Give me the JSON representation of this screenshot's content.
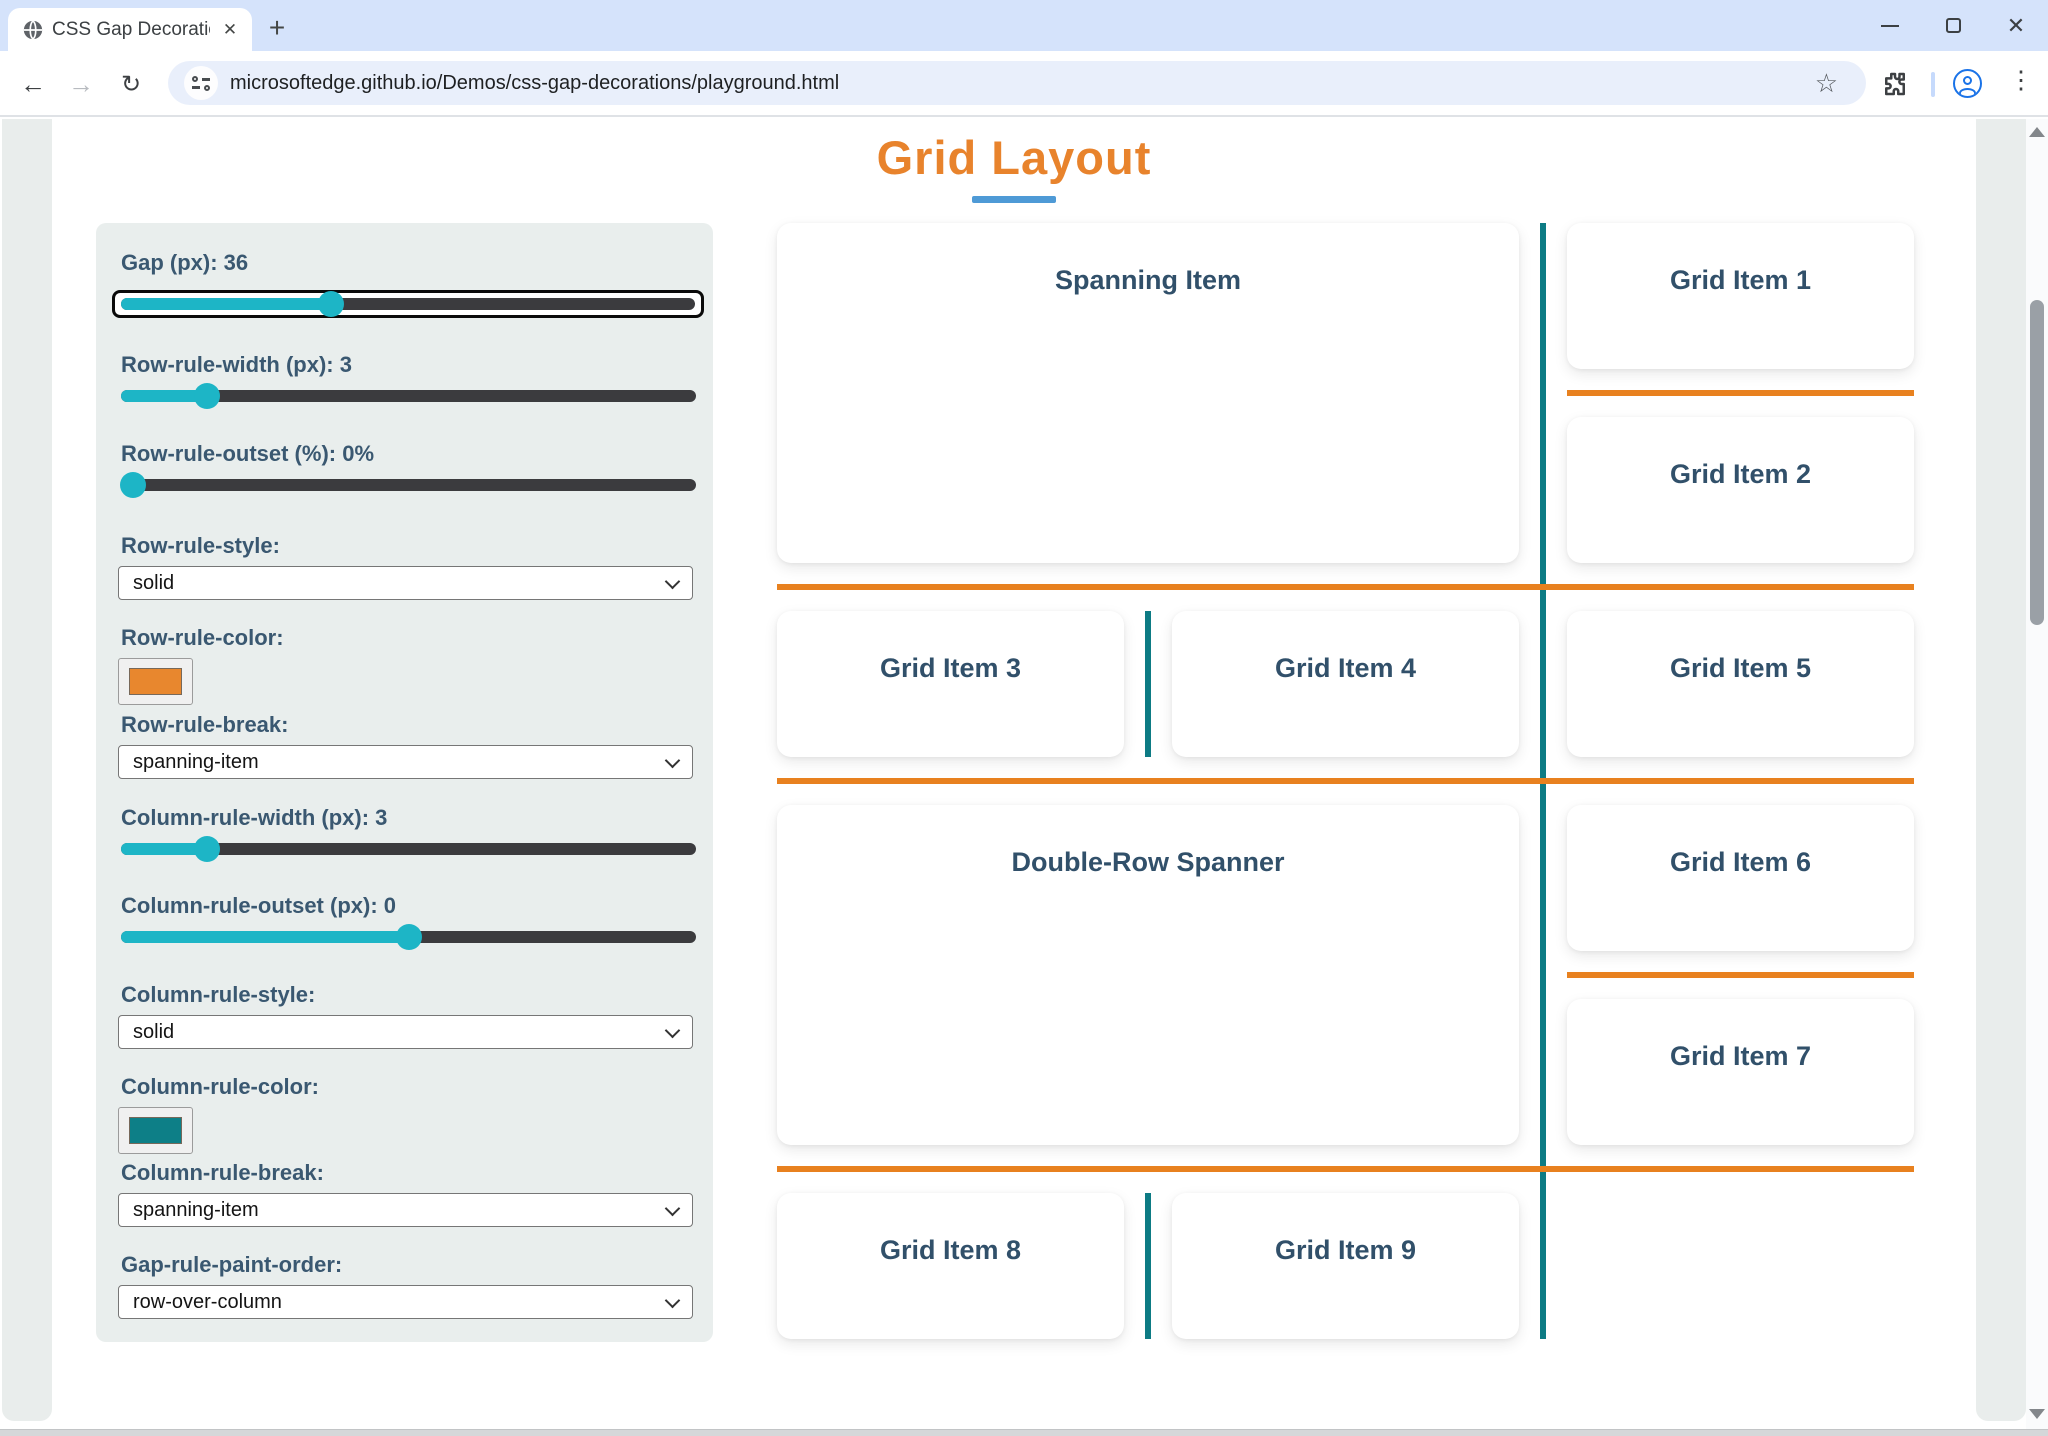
{
  "browser": {
    "tab_title": "CSS Gap Decorations playgroun",
    "tab_close_glyph": "✕",
    "new_tab_glyph": "+",
    "window_close_glyph": "✕",
    "back_glyph": "←",
    "forward_glyph": "→",
    "reload_glyph": "↻",
    "url": "microsoftedge.github.io/Demos/css-gap-decorations/playground.html",
    "bookmark_star_glyph": "☆",
    "menu_dots_glyph": "⋮",
    "icons": [
      "globe-favicon",
      "site-settings-icon",
      "extensions-puzzle-icon",
      "profile-avatar-icon"
    ]
  },
  "page": {
    "title": "Grid Layout",
    "title_color": "#e8832c",
    "underline_color": "#4e9ad6"
  },
  "controls": [
    {
      "id": "gap",
      "type": "slider",
      "label": "Gap (px): 36",
      "value": 36,
      "focused": true
    },
    {
      "id": "row-rule-width",
      "type": "slider",
      "label": "Row-rule-width (px): 3",
      "value": 3
    },
    {
      "id": "row-rule-outset",
      "type": "slider",
      "label": "Row-rule-outset (%): 0%",
      "value": 0
    },
    {
      "id": "row-rule-style",
      "type": "select",
      "label": "Row-rule-style:",
      "value": "solid"
    },
    {
      "id": "row-rule-color",
      "type": "color",
      "label": "Row-rule-color:",
      "value": "#e8872e"
    },
    {
      "id": "row-rule-break",
      "type": "select",
      "label": "Row-rule-break:",
      "value": "spanning-item"
    },
    {
      "id": "column-rule-width",
      "type": "slider",
      "label": "Column-rule-width (px): 3",
      "value": 3
    },
    {
      "id": "column-rule-outset",
      "type": "slider",
      "label": "Column-rule-outset (px): 0",
      "value": 0
    },
    {
      "id": "column-rule-style",
      "type": "select",
      "label": "Column-rule-style:",
      "value": "solid"
    },
    {
      "id": "column-rule-color",
      "type": "color",
      "label": "Column-rule-color:",
      "value": "#0d7f87"
    },
    {
      "id": "column-rule-break",
      "type": "select",
      "label": "Column-rule-break:",
      "value": "spanning-item"
    },
    {
      "id": "gap-rule-paint-order",
      "type": "select",
      "label": "Gap-rule-paint-order:",
      "value": "row-over-column"
    }
  ],
  "grid": {
    "row_rule_color": "#e8811f",
    "column_rule_color": "#0d7b84",
    "items": [
      {
        "label": "Spanning Item"
      },
      {
        "label": "Grid Item 1"
      },
      {
        "label": "Grid Item 2"
      },
      {
        "label": "Grid Item 3"
      },
      {
        "label": "Grid Item 4"
      },
      {
        "label": "Grid Item 5"
      },
      {
        "label": "Double-Row Spanner"
      },
      {
        "label": "Grid Item 6"
      },
      {
        "label": "Grid Item 7"
      },
      {
        "label": "Grid Item 8"
      },
      {
        "label": "Grid Item 9"
      }
    ]
  }
}
